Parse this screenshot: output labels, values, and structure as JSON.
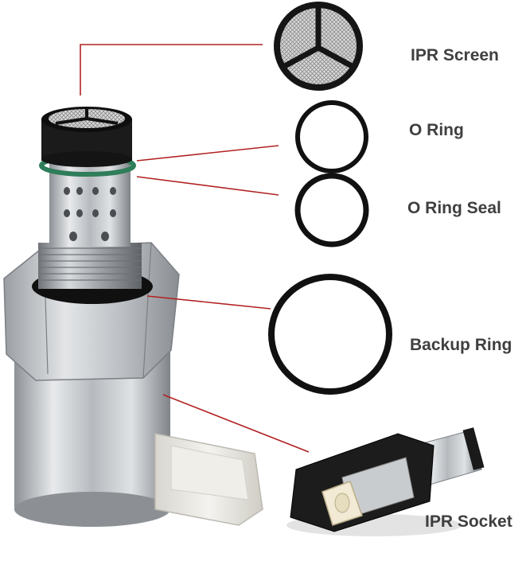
{
  "labels": {
    "ipr_screen": "IPR Screen",
    "o_ring": "O Ring",
    "o_ring_seal": "O Ring Seal",
    "backup_ring": "Backup Ring",
    "ipr_socket": "IPR Socket"
  },
  "colors": {
    "leader_line": "#b22222",
    "label_text": "#3f3f3f",
    "o_ring": "#111111",
    "green_oring": "#2f7d5a",
    "metal": "#c8cbce",
    "connector": "#ecebe6"
  }
}
